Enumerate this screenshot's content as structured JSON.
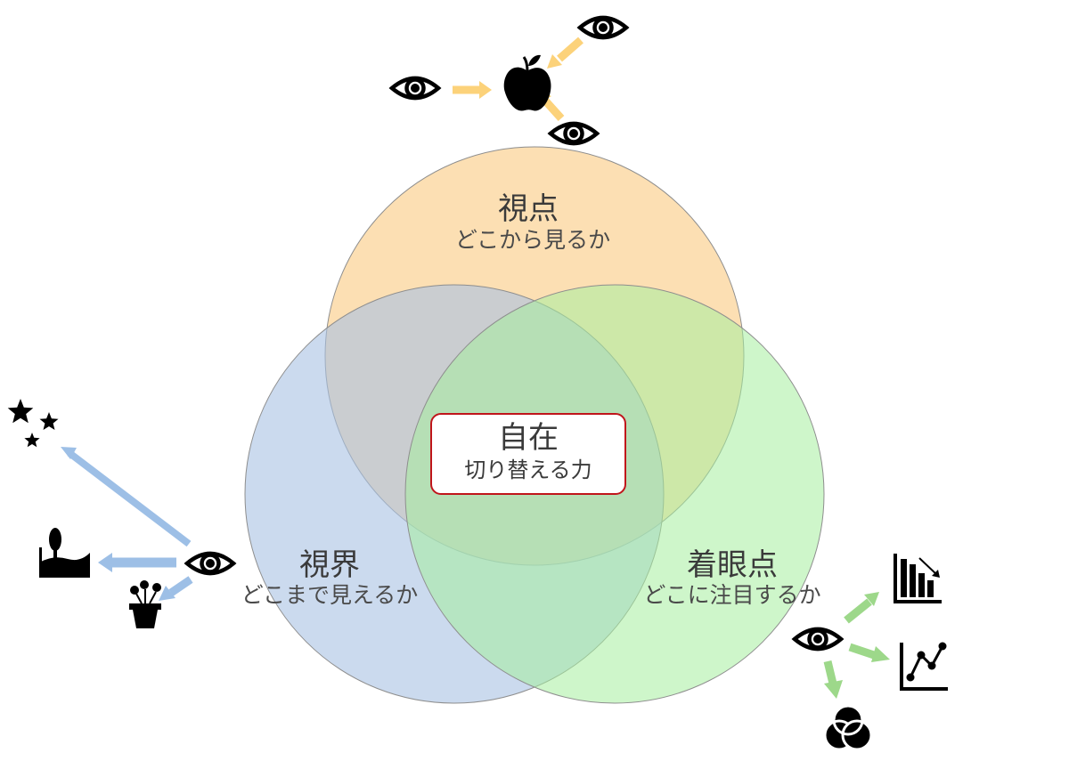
{
  "circles": {
    "viewpoint": {
      "title": "視点",
      "subtitle": "どこから見るか",
      "fill": "#fbd9a6",
      "stroke": "#8e8e8e"
    },
    "field": {
      "title": "視界",
      "subtitle": "どこまで見えるか",
      "fill": "#a9c1e3",
      "stroke": "#8e8e8e"
    },
    "focus": {
      "title": "着眼点",
      "subtitle": "どこに注目するか",
      "fill": "#a6ef9e",
      "stroke": "#8e8e8e"
    }
  },
  "center": {
    "title": "自在",
    "subtitle": "切り替える力",
    "border": "#c0151b"
  },
  "arrow_colors": {
    "viewpoint": "#fcd27a",
    "field": "#9dbfe6",
    "focus": "#9dd88a"
  },
  "icons": {
    "viewpoint_group": [
      "eye-icon",
      "apple-icon"
    ],
    "field_group": [
      "eye-icon",
      "stars-icon",
      "landscape-icon",
      "flower-pot-icon"
    ],
    "focus_group": [
      "eye-icon",
      "bar-chart-icon",
      "line-chart-icon",
      "venn-icon"
    ]
  }
}
